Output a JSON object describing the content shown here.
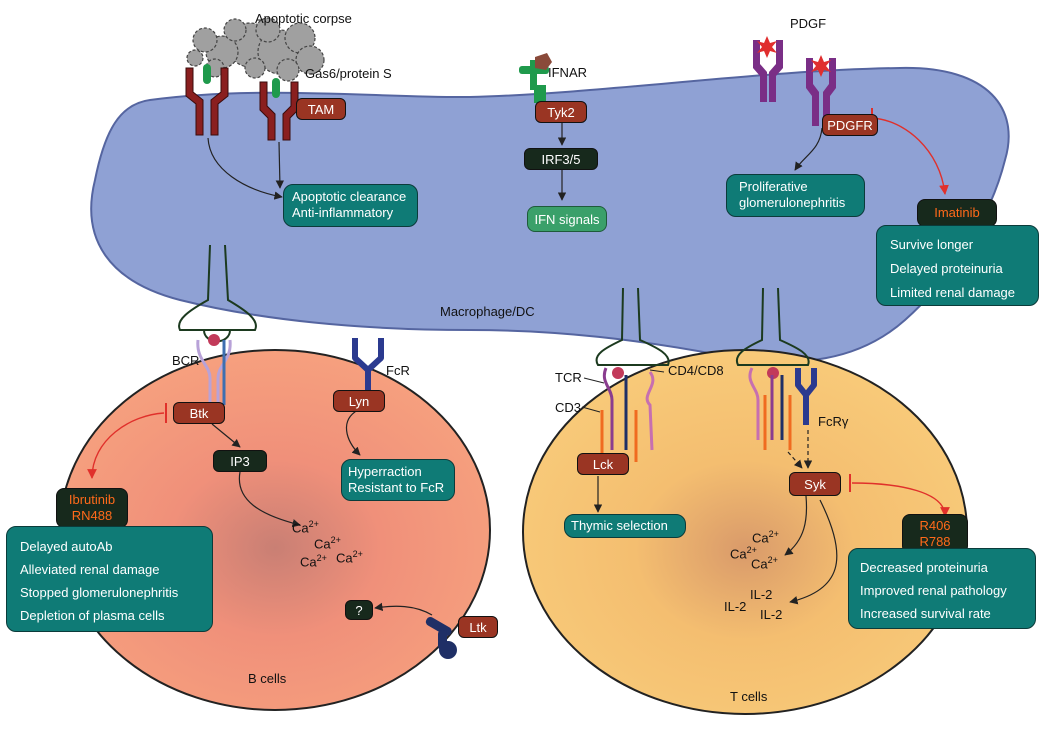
{
  "labels": {
    "apoptotic_corpse": "Apoptotic corpse",
    "gas6": "Gas6/protein S",
    "ifnar": "IFNAR",
    "pdgf": "PDGF",
    "macrophage": "Macrophage/DC",
    "bcr": "BCR",
    "fcr": "FcR",
    "tcr": "TCR",
    "cd4cd8": "CD4/CD8",
    "cd3": "CD3",
    "fcrg": "FcRγ",
    "b_cells": "B cells",
    "t_cells": "T cells",
    "il2_a": "IL-2",
    "il2_b": "IL-2",
    "il2_c": "IL-2"
  },
  "tags": {
    "tam": "TAM",
    "tyk2": "Tyk2",
    "irf": "IRF3/5",
    "pdgfr": "PDGFR",
    "btk": "Btk",
    "lyn": "Lyn",
    "ip3": "IP3",
    "lck": "Lck",
    "syk": "Syk",
    "question": "?",
    "ltk": "Ltk",
    "ifn": "IFN signals"
  },
  "boxes": {
    "apoptotic": [
      "Apoptotic clearance",
      "Anti-inflammatory"
    ],
    "proliferative": [
      "Proliferative",
      "glomerulonephritis"
    ],
    "hyperraction": [
      "Hyperraction",
      "Resistant to FcR"
    ],
    "thymic": "Thymic selection",
    "imatinib_effects": [
      "Survive longer",
      "Delayed proteinuria",
      "Limited renal damage"
    ],
    "ibrutinib_effects": [
      "Delayed autoAb",
      "Alleviated renal damage",
      "Stopped glomerulonephritis",
      "Depletion of plasma cells"
    ],
    "r406_effects": [
      "Decreased proteinuria",
      "Improved renal pathology",
      "Increased survival rate"
    ]
  },
  "drugs": {
    "imatinib": "Imatinib",
    "ibrutinib": [
      "Ibrutinib",
      "RN488"
    ],
    "r406": [
      "R406",
      "R788"
    ]
  },
  "calcium": {
    "base": "Ca",
    "sup": "2+"
  },
  "colors": {
    "macrophage_fill": "#8fa1d4",
    "b_cell": "#f28d6c",
    "t_cell": "#f7c26a",
    "receptor_red": "#8a1f1f",
    "pdgf_purple": "#7a2e86",
    "teal_box": "#0f7b76",
    "inhibit_red": "#e0302b",
    "drug_text": "#ff6a1a"
  }
}
